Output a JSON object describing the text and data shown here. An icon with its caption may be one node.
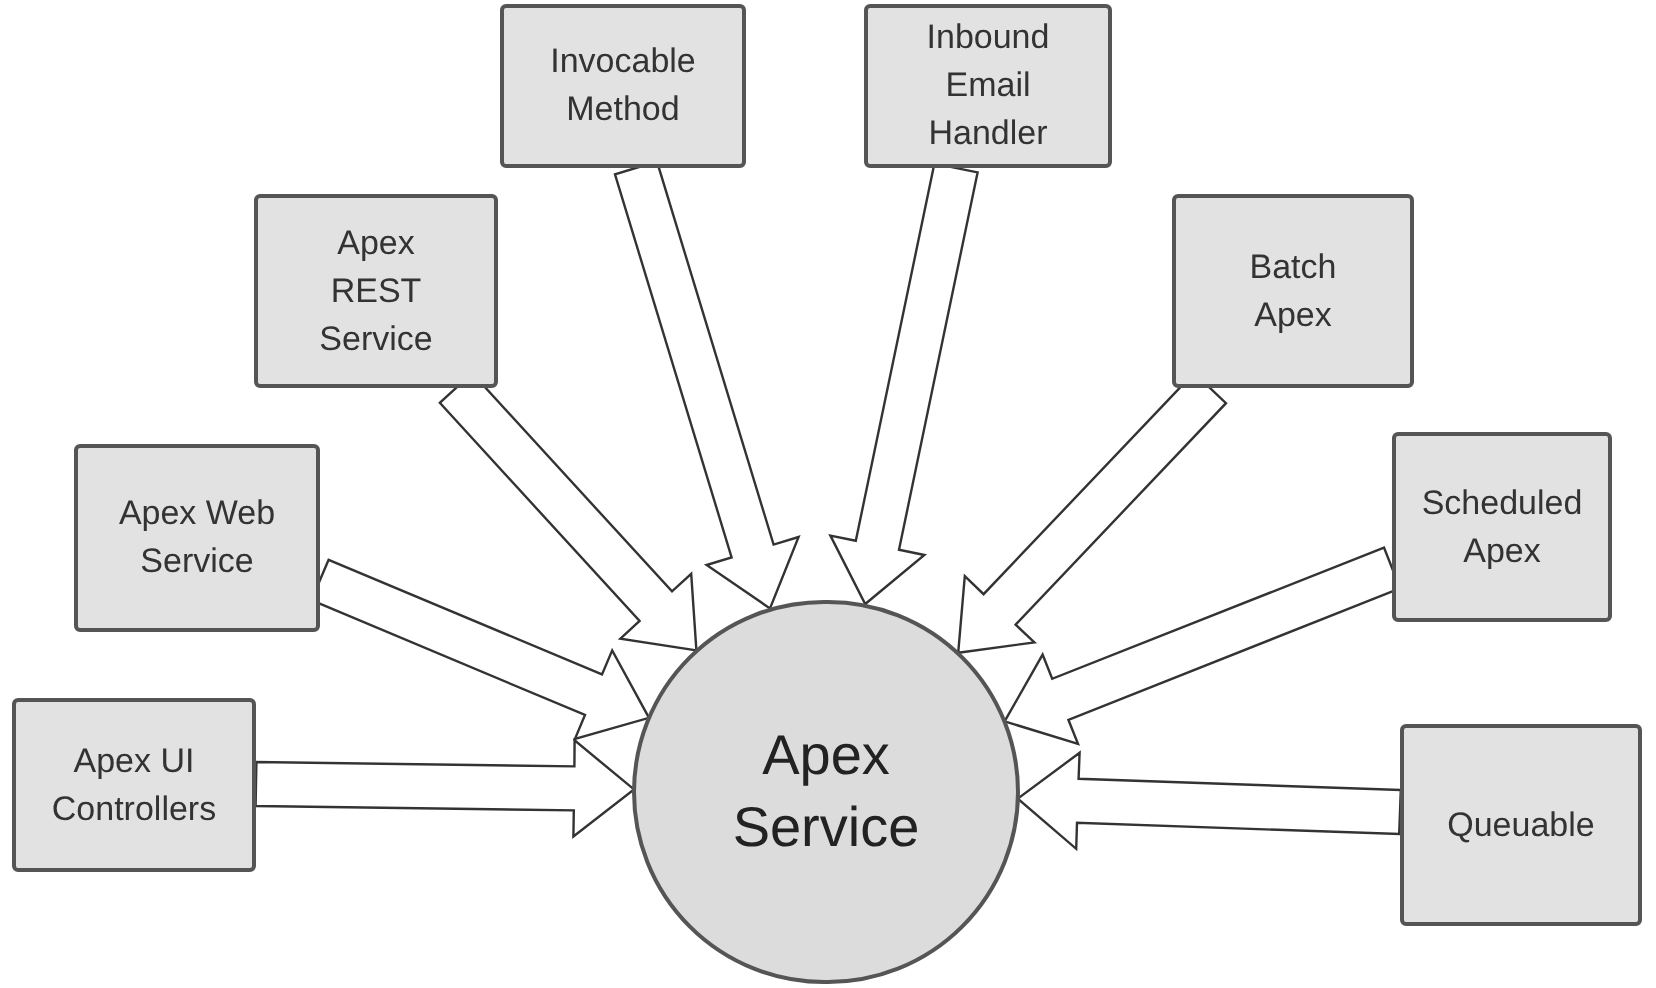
{
  "diagram": {
    "nodes": [
      {
        "text": [
          "Apex Service"
        ]
      },
      {
        "text": [
          "Apex UI Controllers"
        ]
      },
      {
        "text": [
          "Apex Web Service"
        ]
      },
      {
        "text": [
          "Apex REST Service"
        ]
      },
      {
        "text": [
          "Invocable Method"
        ]
      },
      {
        "text": [
          "Inbound Email Handler"
        ]
      },
      {
        "text": [
          "Batch Apex"
        ]
      },
      {
        "text": [
          "Scheduled Apex"
        ]
      },
      {
        "text": [
          "Queuable"
        ]
      }
    ],
    "edges": [
      {
        "from": 1,
        "to": 0,
        "arrow": "to"
      },
      {
        "from": 2,
        "to": 0,
        "arrow": "to"
      },
      {
        "from": 3,
        "to": 0,
        "arrow": "to"
      },
      {
        "from": 4,
        "to": 0,
        "arrow": "to"
      },
      {
        "from": 5,
        "to": 0,
        "arrow": "to"
      },
      {
        "from": 6,
        "to": 0,
        "arrow": "to"
      },
      {
        "from": 7,
        "to": 0,
        "arrow": "to"
      },
      {
        "from": 8,
        "to": 0,
        "arrow": "to"
      }
    ]
  }
}
